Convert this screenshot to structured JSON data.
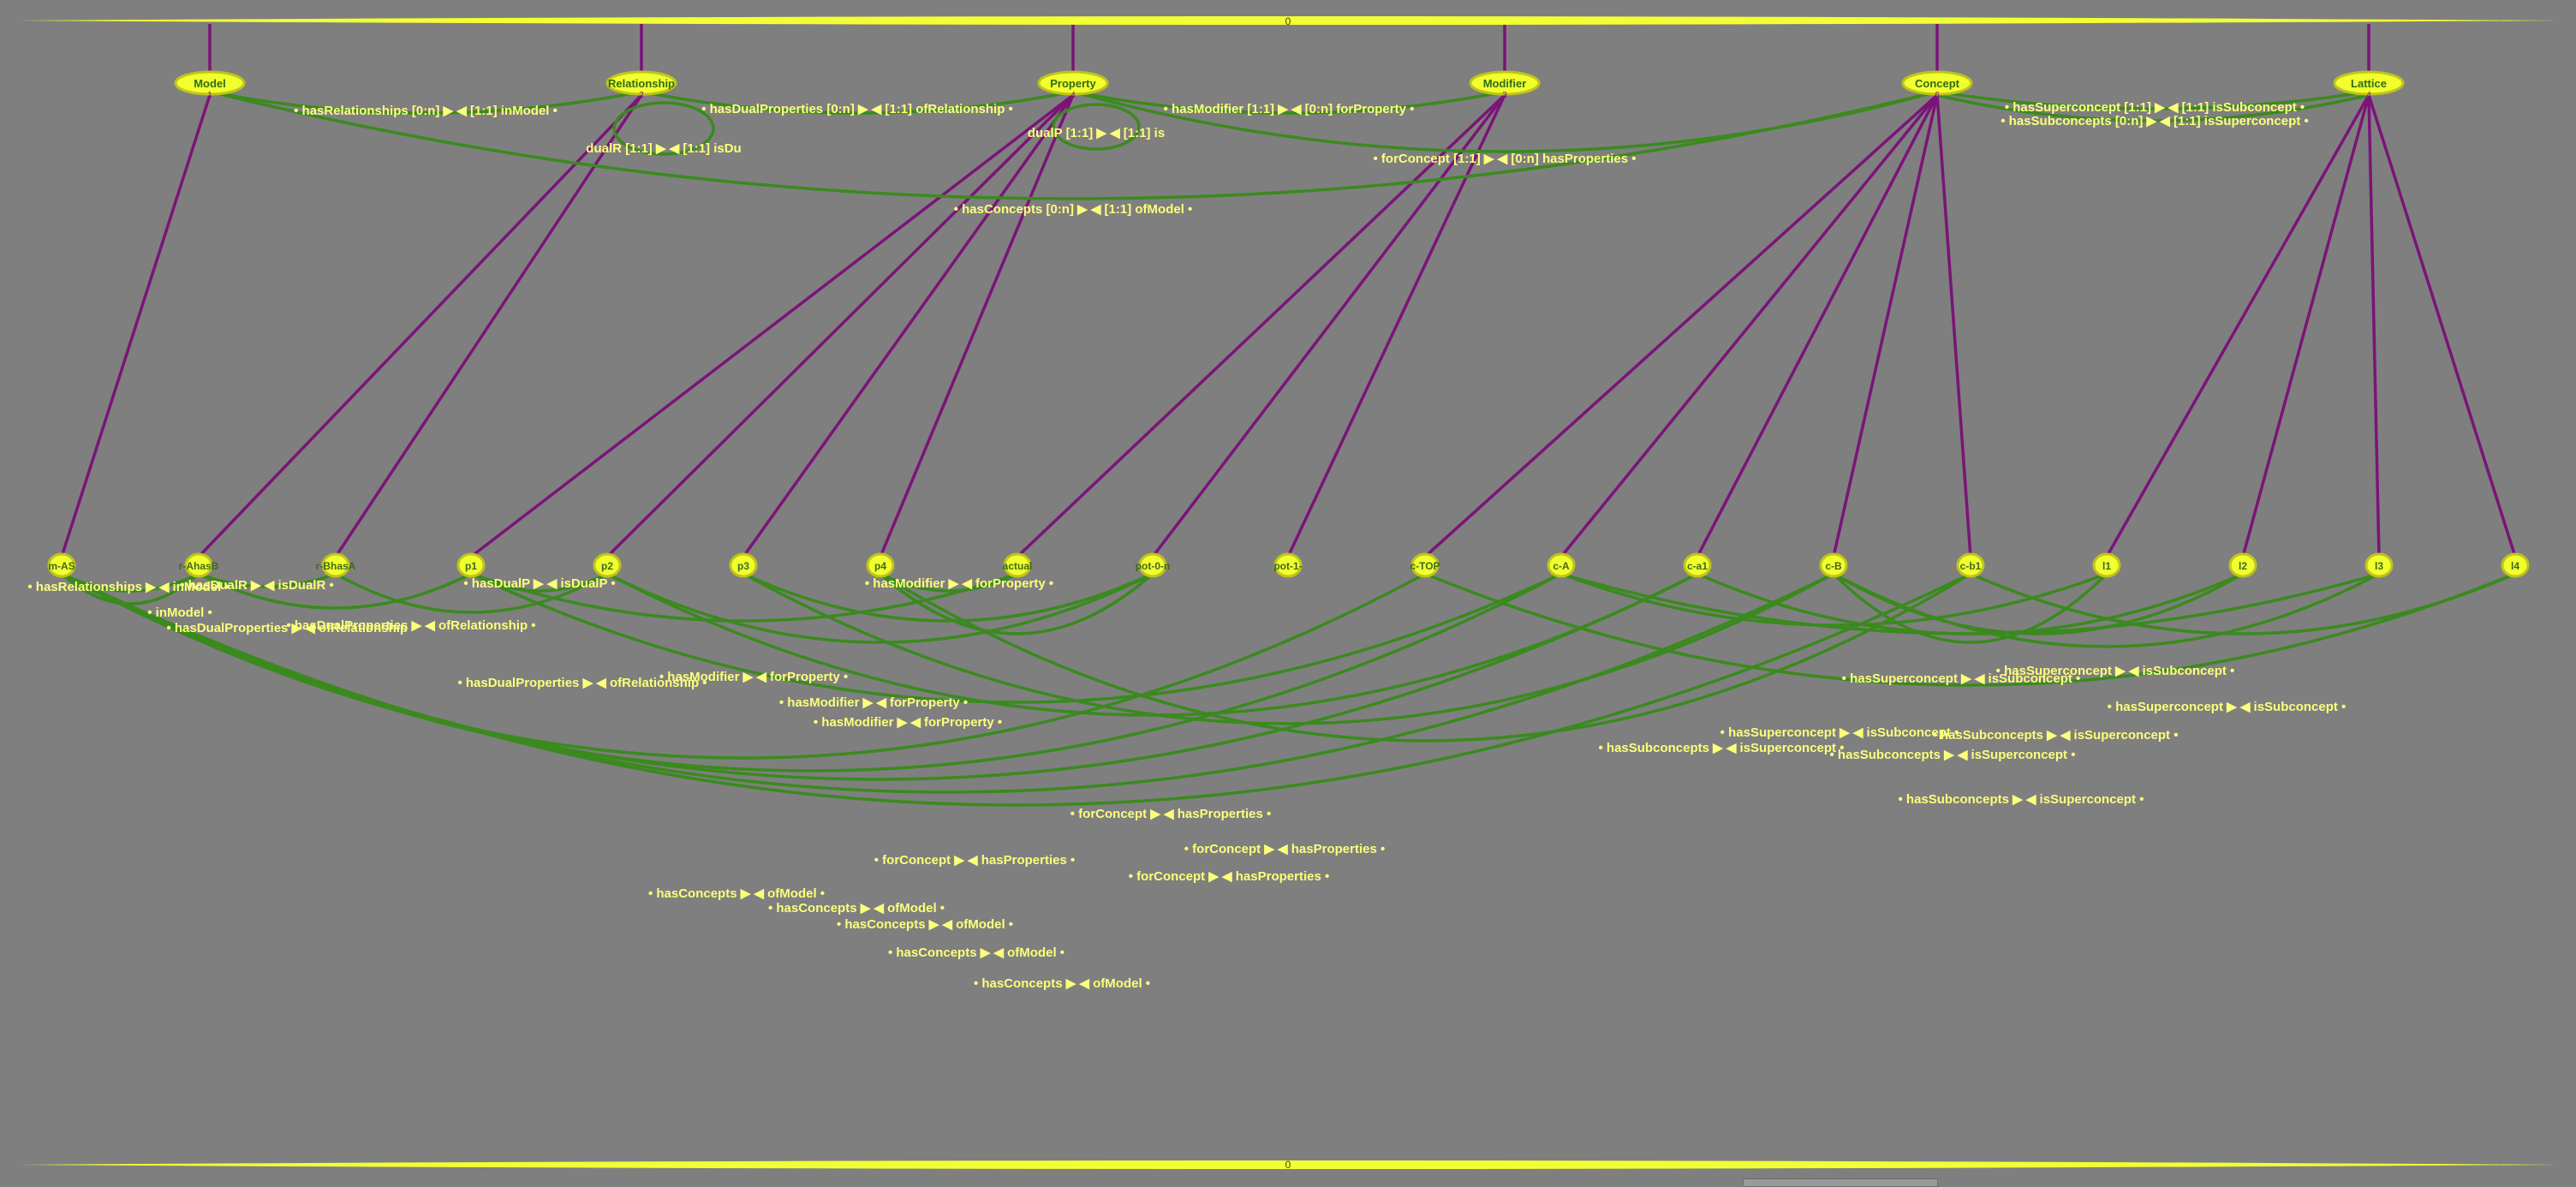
{
  "top_bar": {
    "label": "0"
  },
  "bottom_bar": {
    "label": "0"
  },
  "classes": [
    {
      "id": "model",
      "label": "Model",
      "count": "1"
    },
    {
      "id": "relationship",
      "label": "Relationship",
      "count": "2"
    },
    {
      "id": "property",
      "label": "Property",
      "count": "4"
    },
    {
      "id": "modifier",
      "label": "Modifier",
      "count": "3"
    },
    {
      "id": "concept",
      "label": "Concept",
      "count": "6"
    },
    {
      "id": "lattice",
      "label": "Lattice",
      "count": "4"
    }
  ],
  "instances": [
    {
      "id": "i0",
      "label": "m-AS"
    },
    {
      "id": "i1",
      "label": "r-AhasB"
    },
    {
      "id": "i2",
      "label": "r-BhasA"
    },
    {
      "id": "i3",
      "label": "p1"
    },
    {
      "id": "i4",
      "label": "p2"
    },
    {
      "id": "i5",
      "label": "p3"
    },
    {
      "id": "i6",
      "label": "p4"
    },
    {
      "id": "i7",
      "label": "actual"
    },
    {
      "id": "i8",
      "label": "pot-0-n"
    },
    {
      "id": "i9",
      "label": "pot-1-"
    },
    {
      "id": "i10",
      "label": "c-TOP"
    },
    {
      "id": "i11",
      "label": "c-A"
    },
    {
      "id": "i12",
      "label": "c-a1"
    },
    {
      "id": "i13",
      "label": "c-B"
    },
    {
      "id": "i14",
      "label": "c-b1"
    },
    {
      "id": "i15",
      "label": "l1"
    },
    {
      "id": "i16",
      "label": "l2"
    },
    {
      "id": "i17",
      "label": "l3"
    },
    {
      "id": "i18",
      "label": "l4"
    }
  ],
  "class_edges": [
    "• hasRelationships [0:n] ▶ ◀ [1:1] inModel •",
    "• hasDualProperties [0:n] ▶ ◀ [1:1] ofRelationship •",
    "• hasModifier [1:1] ▶ ◀ [0:n] forProperty •",
    "• forConcept [1:1] ▶ ◀ [0:n] hasProperties •",
    "• hasConcepts [0:n] ▶ ◀ [1:1] ofModel •",
    "• hasSuperconcept [1:1] ▶ ◀ [1:1] isSubconcept •",
    "• hasSubconcepts [0:n] ▶ ◀ [1:1] isSuperconcept •",
    "dualR [1:1] ▶ ◀ [1:1] isDu",
    "dualP [1:1] ▶ ◀ [1:1] is"
  ],
  "instance_edges": [
    "• hasRelationships ▶ ◀ inModel •",
    "• hasDualProperties ▶ ◀ ofRelationship •",
    "• hasDualProperties ▶ ◀ ofRelationship •",
    "• hasDualProperties ▶ ◀ ofRelationship •",
    "• hasModifier ▶ ◀ forProperty •",
    "• hasModifier ▶ ◀ forProperty •",
    "• hasModifier ▶ ◀ forProperty •",
    "• forConcept ▶ ◀ hasProperties •",
    "• forConcept ▶ ◀ hasProperties •",
    "• forConcept ▶ ◀ hasProperties •",
    "• forConcept ▶ ◀ hasProperties •",
    "• hasConcepts ▶ ◀ ofModel •",
    "• hasConcepts ▶ ◀ ofModel •",
    "• hasConcepts ▶ ◀ ofModel •",
    "• hasConcepts ▶ ◀ ofModel •",
    "• hasConcepts ▶ ◀ ofModel •",
    "• hasSuperconcept ▶ ◀ isSubconcept •",
    "• hasSuperconcept ▶ ◀ isSubconcept •",
    "• hasSuperconcept ▶ ◀ isSubconcept •",
    "• hasSubconcepts ▶ ◀ isSuperconcept •",
    "• hasSubconcepts ▶ ◀ isSuperconcept •",
    "• hasSubconcepts ▶ ◀ isSuperconcept •",
    "• hasSubconcepts ▶ ◀ isSuperconcept •",
    "• hasSuperconcept ▶ ◀ isSubconcept •",
    "• hasDualP ▶ ◀ isDualP •",
    "• hasDualR ▶ ◀ isDualR •",
    "• hasModifier ▶ ◀ forProperty •",
    "• inModel •"
  ],
  "colors": {
    "background": "#7f7f7f",
    "node": "#f2ff2e",
    "instance_of": "#7a1478",
    "relation": "#3a8a1e",
    "label": "#fbff7a"
  }
}
